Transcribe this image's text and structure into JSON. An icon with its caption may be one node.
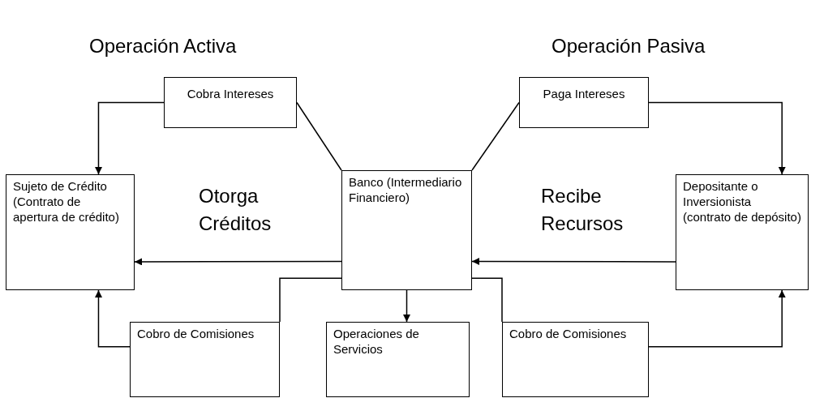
{
  "diagram": {
    "nodes": [
      {
        "text": [
          "Cobra Intereses"
        ]
      },
      {
        "text": [
          "Paga Intereses"
        ]
      },
      {
        "text": [
          "Sujeto de Crédito (Contrato de apertura de crédito)"
        ]
      },
      {
        "text": [
          "Banco (Intermediario Financiero)"
        ]
      },
      {
        "text": [
          "Depositante o Inversionista (contrato de depósito)"
        ]
      },
      {
        "text": [
          "Cobro de Comisiones"
        ]
      },
      {
        "text": [
          "Operaciones de Servicios"
        ]
      },
      {
        "text": [
          "Cobro de Comisiones"
        ]
      }
    ],
    "edges": [
      {
        "from": 0,
        "to": 2,
        "arrow": "to"
      },
      {
        "from": 3,
        "to": 0,
        "arrow": "none"
      },
      {
        "from": 3,
        "to": 1,
        "arrow": "none"
      },
      {
        "from": 1,
        "to": 4,
        "arrow": "to"
      },
      {
        "from": 3,
        "to": 2,
        "arrow": "to"
      },
      {
        "from": 4,
        "to": 3,
        "arrow": "to"
      },
      {
        "from": 3,
        "to": 6,
        "arrow": "to"
      },
      {
        "from": 3,
        "to": 5,
        "arrow": "none"
      },
      {
        "from": 5,
        "to": 2,
        "arrow": "to"
      },
      {
        "from": 3,
        "to": 7,
        "arrow": "none"
      },
      {
        "from": 7,
        "to": 4,
        "arrow": "to"
      }
    ],
    "labels": [
      "Operación Activa",
      "Operación Pasiva",
      "Otorga Créditos",
      "Recibe Recursos"
    ]
  }
}
